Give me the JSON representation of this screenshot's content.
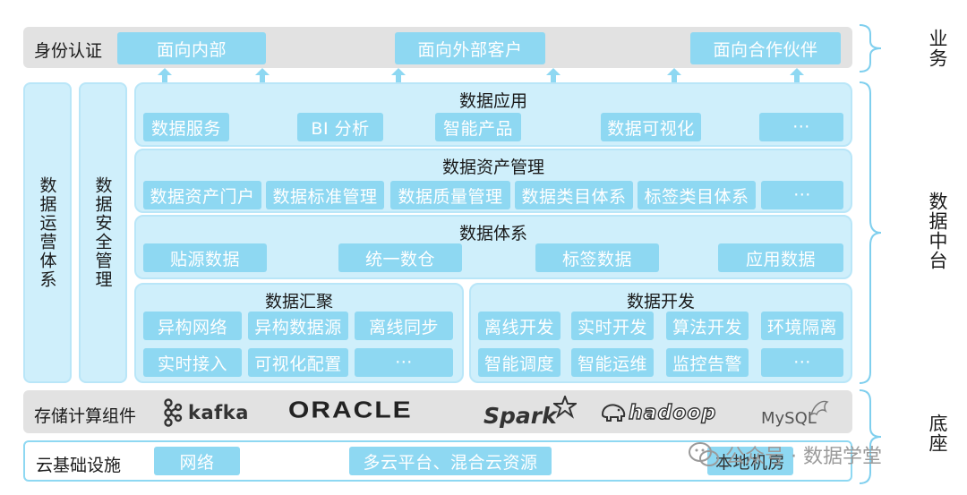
{
  "business": {
    "label": "身份认证",
    "items": [
      "面向内部",
      "面向外部客户",
      "面向合作伙伴"
    ]
  },
  "side_left": {
    "ops": "数据运营体系",
    "security": "数据安全管理"
  },
  "data_app": {
    "title": "数据应用",
    "items": [
      "数据服务",
      "BI 分析",
      "智能产品",
      "数据可视化",
      "···"
    ]
  },
  "asset_mgmt": {
    "title": "数据资产管理",
    "items": [
      "数据资产门户",
      "数据标准管理",
      "数据质量管理",
      "数据类目体系",
      "标签类目体系",
      "···"
    ]
  },
  "data_system": {
    "title": "数据体系",
    "items": [
      "贴源数据",
      "统一数仓",
      "标签数据",
      "应用数据"
    ]
  },
  "aggregation": {
    "title": "数据汇聚",
    "row1": [
      "异构网络",
      "异构数据源",
      "离线同步"
    ],
    "row2": [
      "实时接入",
      "可视化配置",
      "···"
    ]
  },
  "development": {
    "title": "数据开发",
    "row1": [
      "离线开发",
      "实时开发",
      "算法开发",
      "环境隔离"
    ],
    "row2": [
      "智能调度",
      "智能运维",
      "监控告警",
      "···"
    ]
  },
  "storage": {
    "label": "存储计算组件",
    "logos": [
      "kafka",
      "ORACLE",
      "Spark",
      "hadoop",
      "MySQL"
    ]
  },
  "infra": {
    "label": "云基础设施",
    "items": [
      "网络",
      "多云平台、混合云资源",
      "本地机房"
    ]
  },
  "right_labels": {
    "business": "业务",
    "middle": "数据中台",
    "base": "底座"
  },
  "watermark": "公众号 · 数据学堂",
  "colors": {
    "chip": "#8ed8f2",
    "panel": "#cfeffb",
    "band": "#e2e2e2"
  }
}
